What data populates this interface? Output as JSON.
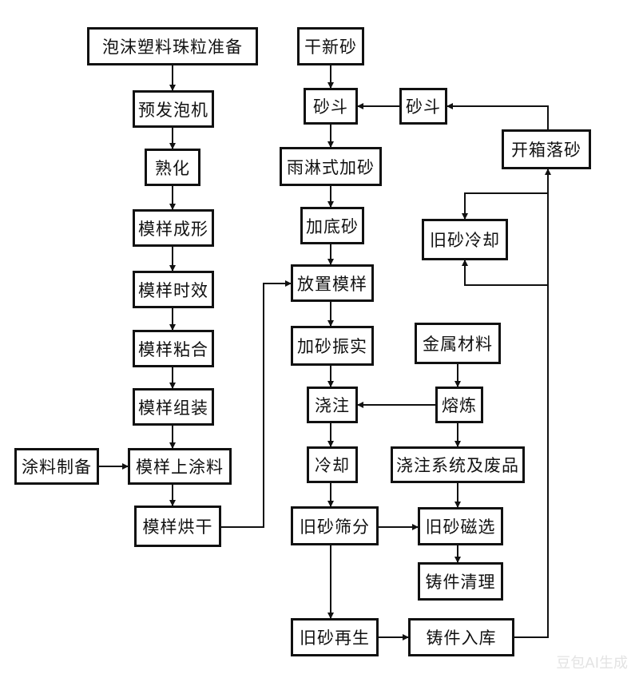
{
  "nodes": {
    "foam_bead_prep": "泡沫塑料珠粒准备",
    "pre_expander": "预发泡机",
    "aging": "熟化",
    "pattern_forming": "模样成形",
    "pattern_aging": "模样时效",
    "pattern_gluing": "模样粘合",
    "pattern_assembly": "模样组装",
    "coating_prep": "涂料制备",
    "pattern_coating": "模样上涂料",
    "pattern_drying": "模样烘干",
    "dry_new_sand": "干新砂",
    "sand_hopper_main": "砂斗",
    "sand_hopper_return": "砂斗",
    "shakeout": "开箱落砂",
    "rain_sand_fill": "雨淋式加砂",
    "bottom_sand": "加底砂",
    "old_sand_cooling": "旧砂冷却",
    "place_pattern": "放置模样",
    "sand_vibrate": "加砂振实",
    "metal_material": "金属材料",
    "pouring": "浇注",
    "melting": "熔炼",
    "cooling": "冷却",
    "gating_scrap": "浇注系统及废品",
    "old_sand_screening": "旧砂筛分",
    "old_sand_magnetic": "旧砂磁选",
    "casting_cleaning": "铸件清理",
    "old_sand_regeneration": "旧砂再生",
    "casting_storage": "铸件入库"
  },
  "watermark": "豆包AI生成",
  "colors": {
    "line": "#111111",
    "box_border": "#111111",
    "background": "#ffffff"
  }
}
